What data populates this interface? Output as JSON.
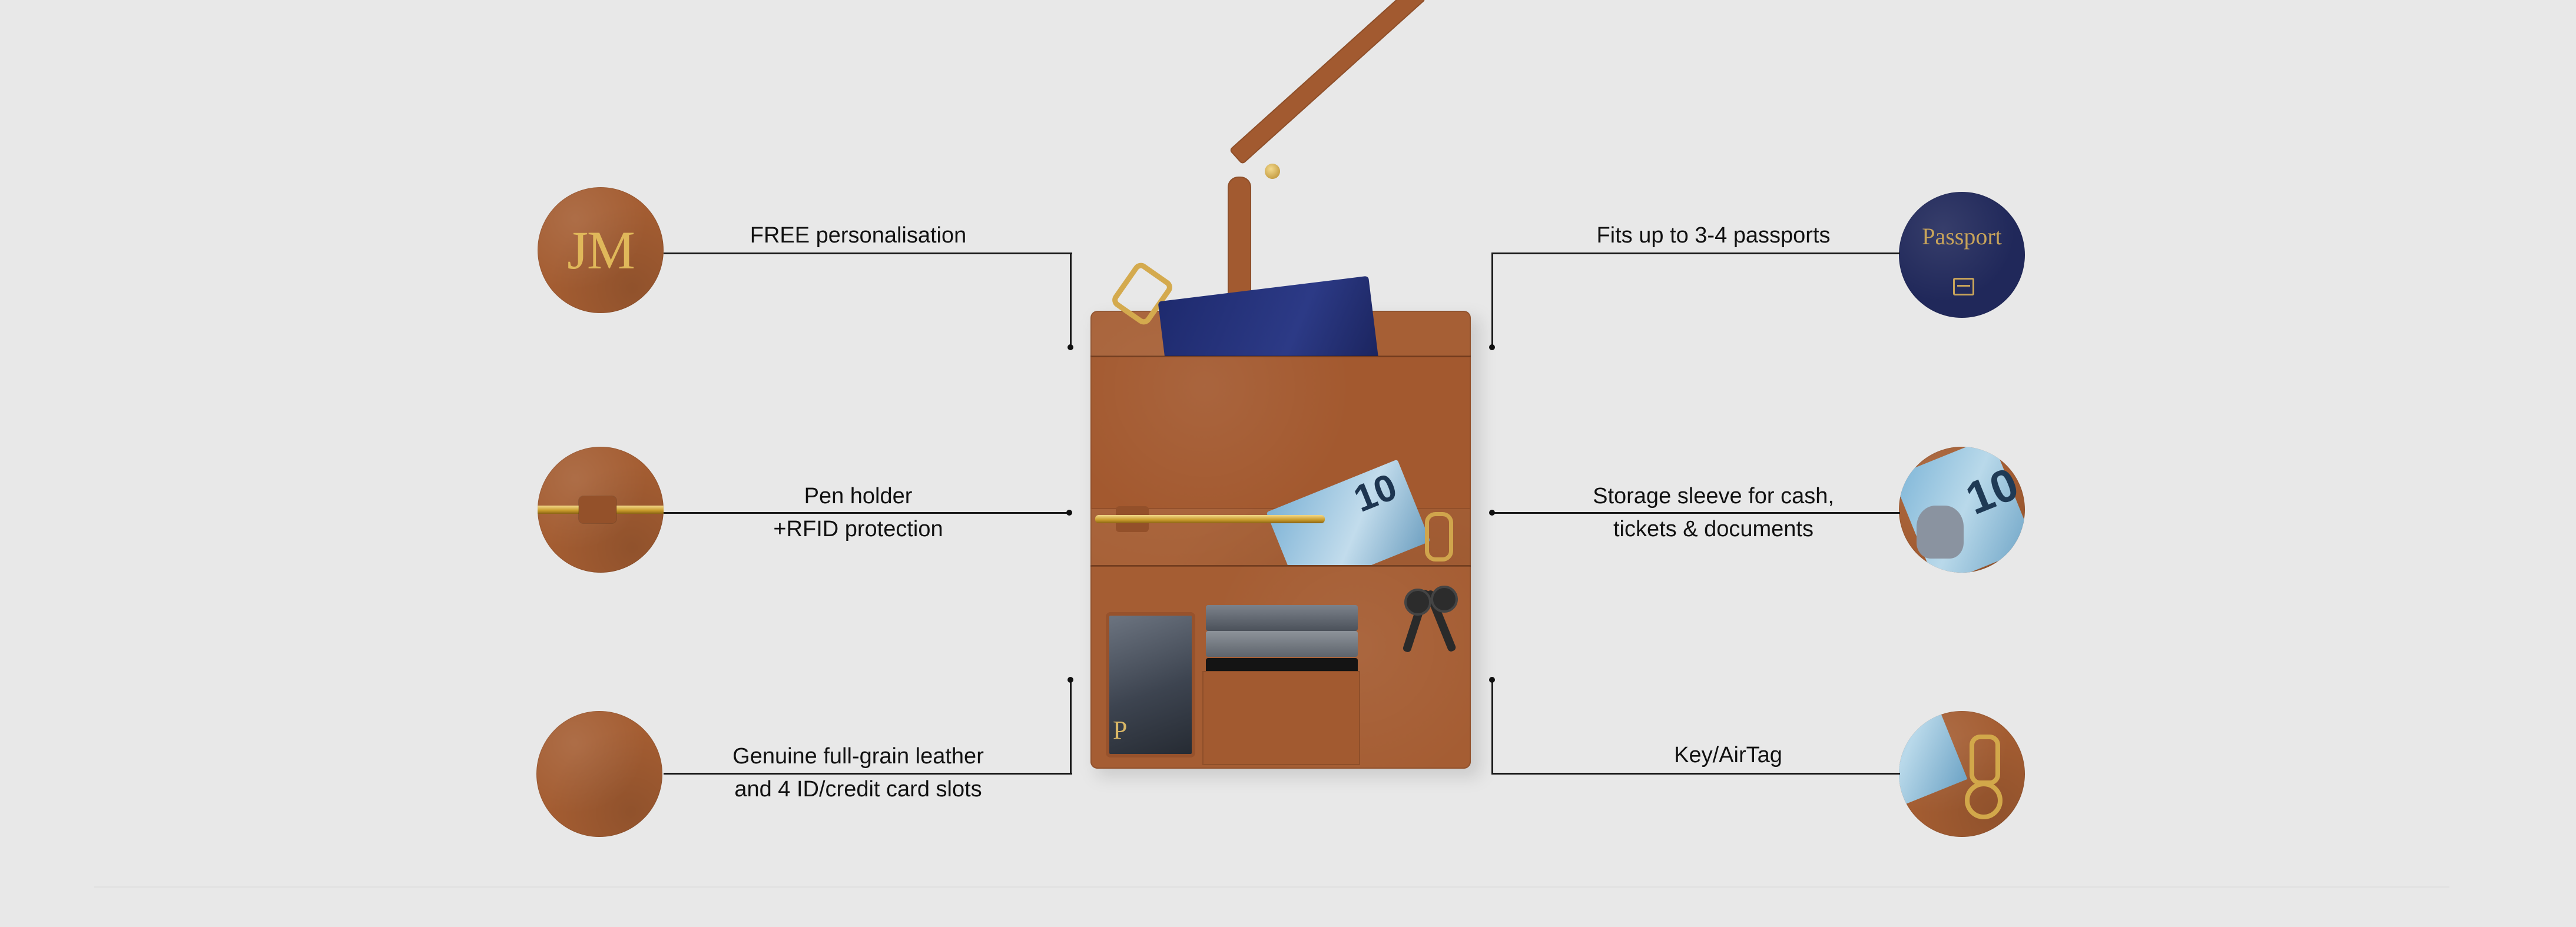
{
  "features": {
    "left": [
      {
        "id": "personalisation",
        "lines": [
          "FREE personalisation"
        ],
        "circle_text": "JM"
      },
      {
        "id": "pen",
        "lines": [
          "Pen holder",
          "+RFID protection"
        ]
      },
      {
        "id": "leather",
        "lines": [
          "Genuine full-grain leather",
          "and 4 ID/credit card slots"
        ]
      }
    ],
    "right": [
      {
        "id": "passports",
        "lines": [
          "Fits up to 3-4 passports"
        ],
        "circle_text": "Passport"
      },
      {
        "id": "sleeve",
        "lines": [
          "Storage sleeve for cash,",
          "tickets & documents"
        ],
        "circle_text": "10"
      },
      {
        "id": "key",
        "lines": [
          "Key/AirTag"
        ]
      }
    ]
  },
  "product": {
    "cash_note_text": "10",
    "id_card_letter": "P"
  },
  "colors": {
    "background": "#e8e8e8",
    "leather": "#a65f35",
    "navy": "#20285a",
    "gold": "#d4aa4e"
  }
}
